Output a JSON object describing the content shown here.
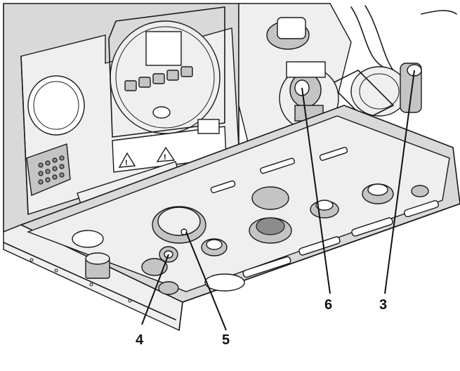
{
  "figure": {
    "callouts": [
      {
        "id": "c4",
        "label": "4"
      },
      {
        "id": "c5",
        "label": "5"
      },
      {
        "id": "c6",
        "label": "6"
      },
      {
        "id": "c3",
        "label": "3"
      }
    ],
    "display_panel": {
      "buttons": 5,
      "display_indicator": "1"
    },
    "warning_symbols": [
      "warning-triangle",
      "warning-triangle"
    ],
    "colors": {
      "line": "#1a1a1a",
      "panel_fill": "#d9d9d9",
      "light_fill": "#efefef",
      "background": "#ffffff"
    }
  }
}
